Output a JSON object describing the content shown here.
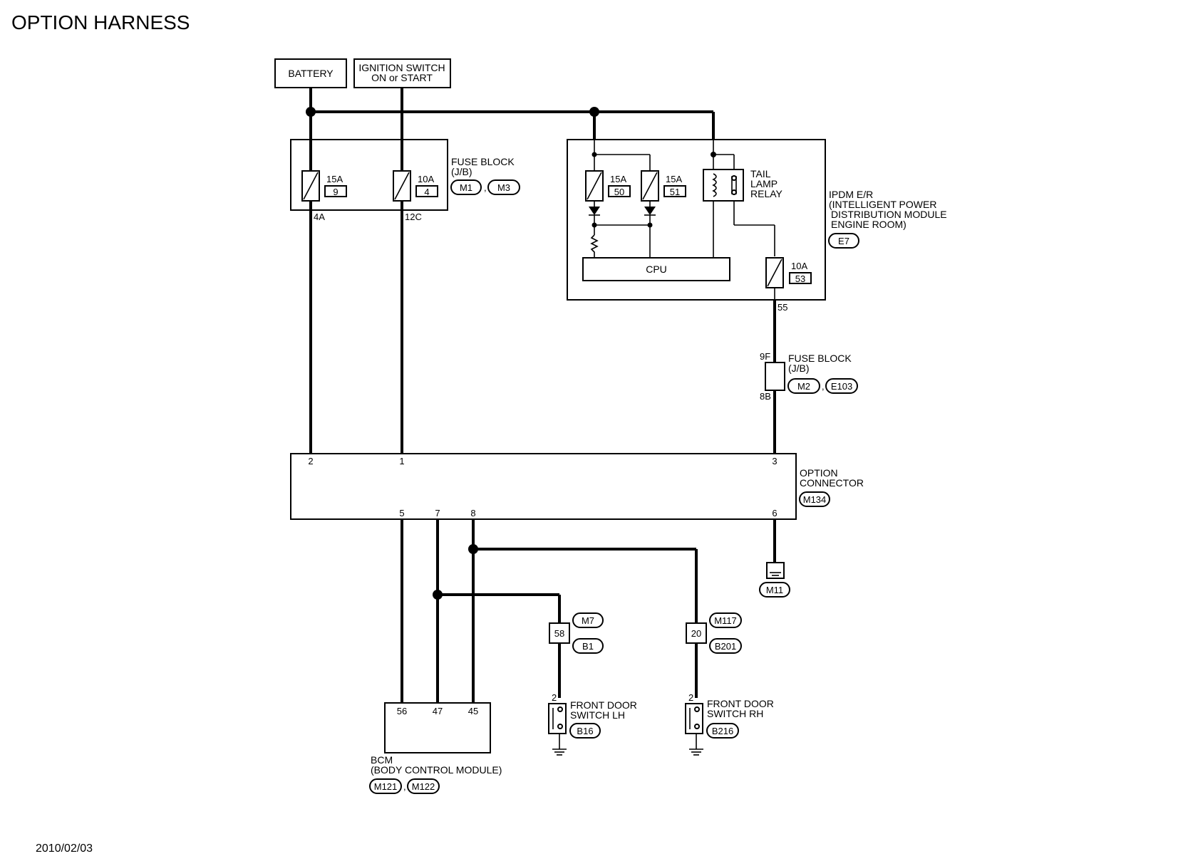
{
  "title": "OPTION HARNESS",
  "date": "2010/02/03",
  "battery": "BATTERY",
  "ignition": {
    "line1": "IGNITION SWITCH",
    "line2": "ON or START"
  },
  "fuse_block_1": {
    "line1": "FUSE BLOCK",
    "line2": "(J/B)",
    "conn1": "M1",
    "conn2": "M3",
    "fuse_a": {
      "rating": "15A",
      "num": "9"
    },
    "fuse_b": {
      "rating": "10A",
      "num": "4"
    },
    "pin_a": "4A",
    "pin_b": "12C"
  },
  "ipdm": {
    "line1": "IPDM E/R",
    "line2": "(INTELLIGENT POWER",
    "line3": "DISTRIBUTION MODULE",
    "line4": "ENGINE ROOM)",
    "conn": "E7",
    "fuse_50": {
      "rating": "15A",
      "num": "50"
    },
    "fuse_51": {
      "rating": "15A",
      "num": "51"
    },
    "fuse_53": {
      "rating": "10A",
      "num": "53"
    },
    "relay": {
      "line1": "TAIL",
      "line2": "LAMP",
      "line3": "RELAY"
    },
    "cpu": "CPU",
    "pin_out": "55"
  },
  "fuse_block_2": {
    "line1": "FUSE BLOCK",
    "line2": "(J/B)",
    "pin_in": "9F",
    "pin_out": "8B",
    "conn1": "M2",
    "conn2": "E103"
  },
  "option_connector": {
    "line1": "OPTION",
    "line2": "CONNECTOR",
    "conn": "M134",
    "pins": {
      "p2": "2",
      "p1": "1",
      "p3": "3",
      "p5": "5",
      "p7": "7",
      "p8": "8",
      "p6": "6"
    }
  },
  "ground_conn": "M11",
  "junction_lh": {
    "pin": "58",
    "conn1": "M7",
    "conn2": "B1"
  },
  "junction_rh": {
    "pin": "20",
    "conn1": "M117",
    "conn2": "B201"
  },
  "switch_lh": {
    "pin": "2",
    "line1": "FRONT DOOR",
    "line2": "SWITCH LH",
    "conn": "B16"
  },
  "switch_rh": {
    "pin": "2",
    "line1": "FRONT DOOR",
    "line2": "SWITCH RH",
    "conn": "B216"
  },
  "bcm": {
    "line1": "BCM",
    "line2": "(BODY CONTROL MODULE)",
    "conn1": "M121",
    "conn2": "M122",
    "pins": {
      "p56": "56",
      "p47": "47",
      "p45": "45"
    }
  }
}
